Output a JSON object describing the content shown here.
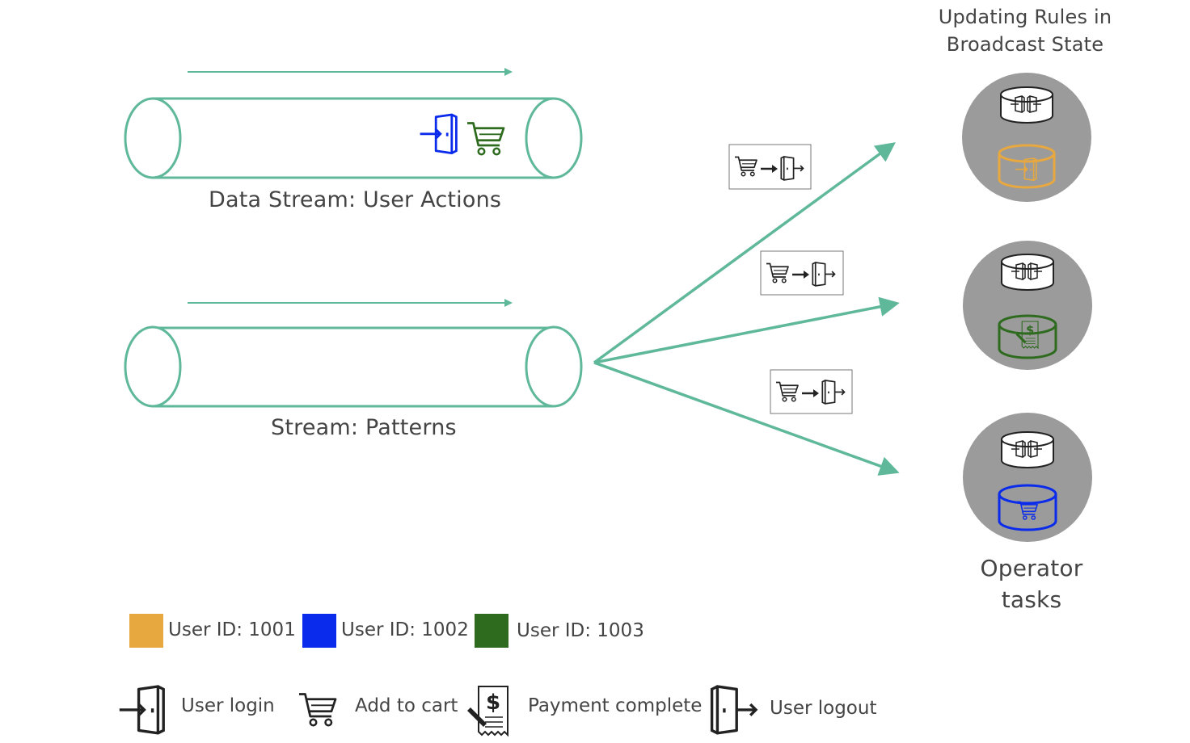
{
  "labels": {
    "user_actions_stream": "Data Stream: User Actions",
    "patterns_stream": "Stream: Patterns",
    "broadcast_state_title_line1": "Updating Rules in",
    "broadcast_state_title_line2": "Broadcast State",
    "operator_tasks_line1": "Operator",
    "operator_tasks_line2": "tasks"
  },
  "legend": {
    "users": [
      {
        "label": "User ID: 1001",
        "color": "#E8A840"
      },
      {
        "label": "User ID: 1002",
        "color": "#0A2BEB"
      },
      {
        "label": "User ID: 1003",
        "color": "#2E6B1F"
      }
    ],
    "actions": [
      {
        "label": "User login",
        "icon": "user-login-icon"
      },
      {
        "label": "Add to cart",
        "icon": "add-to-cart-icon"
      },
      {
        "label": "Payment complete",
        "icon": "payment-complete-icon"
      },
      {
        "label": "User logout",
        "icon": "user-logout-icon"
      }
    ]
  },
  "colors": {
    "stream_teal": "#5FB89A",
    "operator_grey": "#9B9B9B",
    "icon_black": "#222222"
  },
  "patterns": [
    {
      "from": "add-to-cart-icon",
      "to": "user-logout-icon"
    },
    {
      "from": "add-to-cart-icon",
      "to": "user-logout-icon"
    },
    {
      "from": "add-to-cart-icon",
      "to": "user-logout-icon"
    }
  ],
  "operators": [
    {
      "user": "User ID: 1001",
      "state_icon": "user-login-icon"
    },
    {
      "user": "User ID: 1003",
      "state_icon": "payment-complete-icon"
    },
    {
      "user": "User ID: 1002",
      "state_icon": "add-to-cart-icon"
    }
  ]
}
